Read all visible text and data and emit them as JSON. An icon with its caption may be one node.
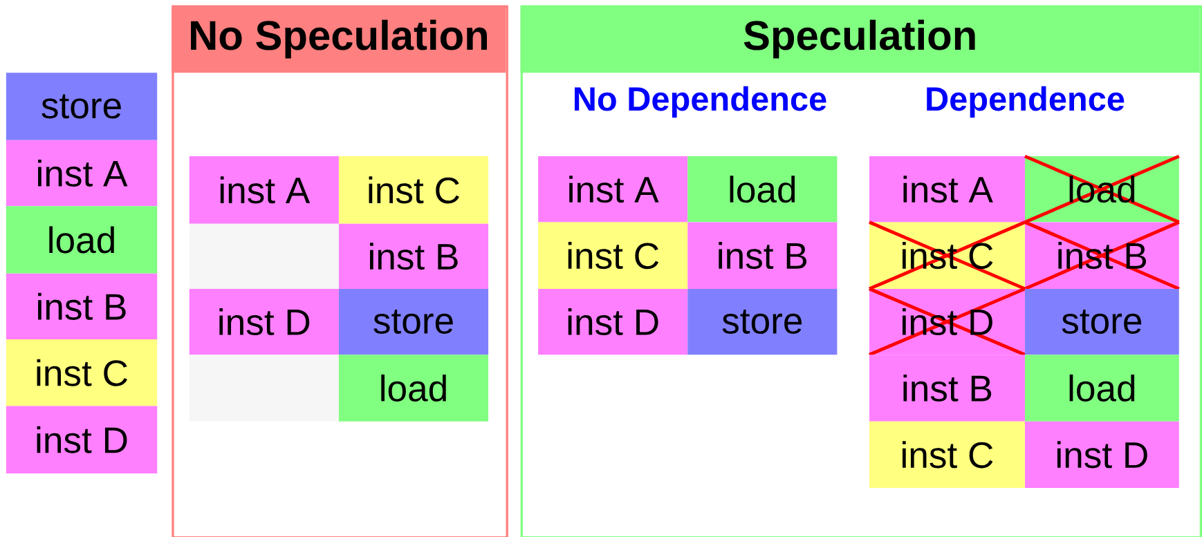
{
  "diagram": {
    "nodes": [
      {
        "text": [
          "store"
        ]
      },
      {
        "text": [
          "inst A"
        ]
      },
      {
        "text": [
          "load"
        ]
      },
      {
        "text": [
          "inst B"
        ]
      },
      {
        "text": [
          "inst C"
        ]
      },
      {
        "text": [
          "inst D"
        ]
      },
      {
        "text": [
          "No Speculation"
        ]
      },
      {
        "text": [
          "inst A"
        ],
        "in": 6
      },
      {
        "text": [
          "inst C"
        ],
        "in": 6
      },
      {
        "text": [],
        "shape": "box",
        "in": 6
      },
      {
        "text": [
          "inst B"
        ],
        "in": 6
      },
      {
        "text": [
          "inst D"
        ],
        "in": 6
      },
      {
        "text": [
          "store"
        ],
        "in": 6
      },
      {
        "text": [],
        "shape": "box",
        "in": 6
      },
      {
        "text": [
          "load"
        ],
        "in": 6
      },
      {
        "text": [
          "Speculation"
        ]
      },
      {
        "text": [
          "inst A"
        ],
        "in": 15
      },
      {
        "text": [
          "load"
        ],
        "in": 15
      },
      {
        "text": [
          "inst C"
        ],
        "in": 15
      },
      {
        "text": [
          "inst B"
        ],
        "in": 15
      },
      {
        "text": [
          "inst D"
        ],
        "in": 15
      },
      {
        "text": [
          "store"
        ],
        "in": 15
      },
      {
        "text": [
          "inst A"
        ],
        "in": 15
      },
      {
        "text": [
          "load"
        ],
        "in": 15
      },
      {
        "text": [
          "inst C"
        ],
        "in": 15
      },
      {
        "text": [
          "inst B"
        ],
        "in": 15
      },
      {
        "text": [
          "inst D"
        ],
        "in": 15
      },
      {
        "text": [
          "store"
        ],
        "in": 15
      },
      {
        "text": [
          "inst B"
        ],
        "in": 15
      },
      {
        "text": [
          "load"
        ],
        "in": 15
      },
      {
        "text": [
          "inst C"
        ],
        "in": 15
      },
      {
        "text": [
          "inst D"
        ],
        "in": 15
      }
    ],
    "edges": [],
    "labels": [
      "No Dependence",
      "Dependence"
    ]
  }
}
